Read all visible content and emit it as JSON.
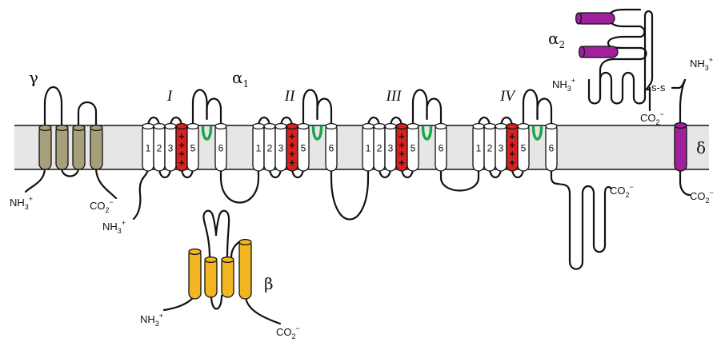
{
  "colors": {
    "membrane": "#e6e6e6",
    "gamma_helix": "#a6a07a",
    "white_helix": "#ffffff",
    "voltage_sensor": "#d8201f",
    "pore_loop": "#1aa64a",
    "beta_helix": "#f2b623",
    "alpha2_delta": "#a0219b",
    "line": "#111111"
  },
  "subunits": {
    "gamma": "γ",
    "alpha1": "α",
    "alpha1_sub": "1",
    "alpha2": "α",
    "alpha2_sub": "2",
    "beta": "β",
    "delta": "δ"
  },
  "domains": [
    "I",
    "II",
    "III",
    "IV"
  ],
  "segments": [
    "1",
    "2",
    "3",
    "4",
    "5",
    "6"
  ],
  "voltage_sensor_charge": "+",
  "termini": {
    "nh3": "NH",
    "nh3_sub": "3",
    "nh3_sup": "+",
    "co2": "CO",
    "co2_sub": "2",
    "co2_sup": "−"
  },
  "disulfide": "s-s"
}
